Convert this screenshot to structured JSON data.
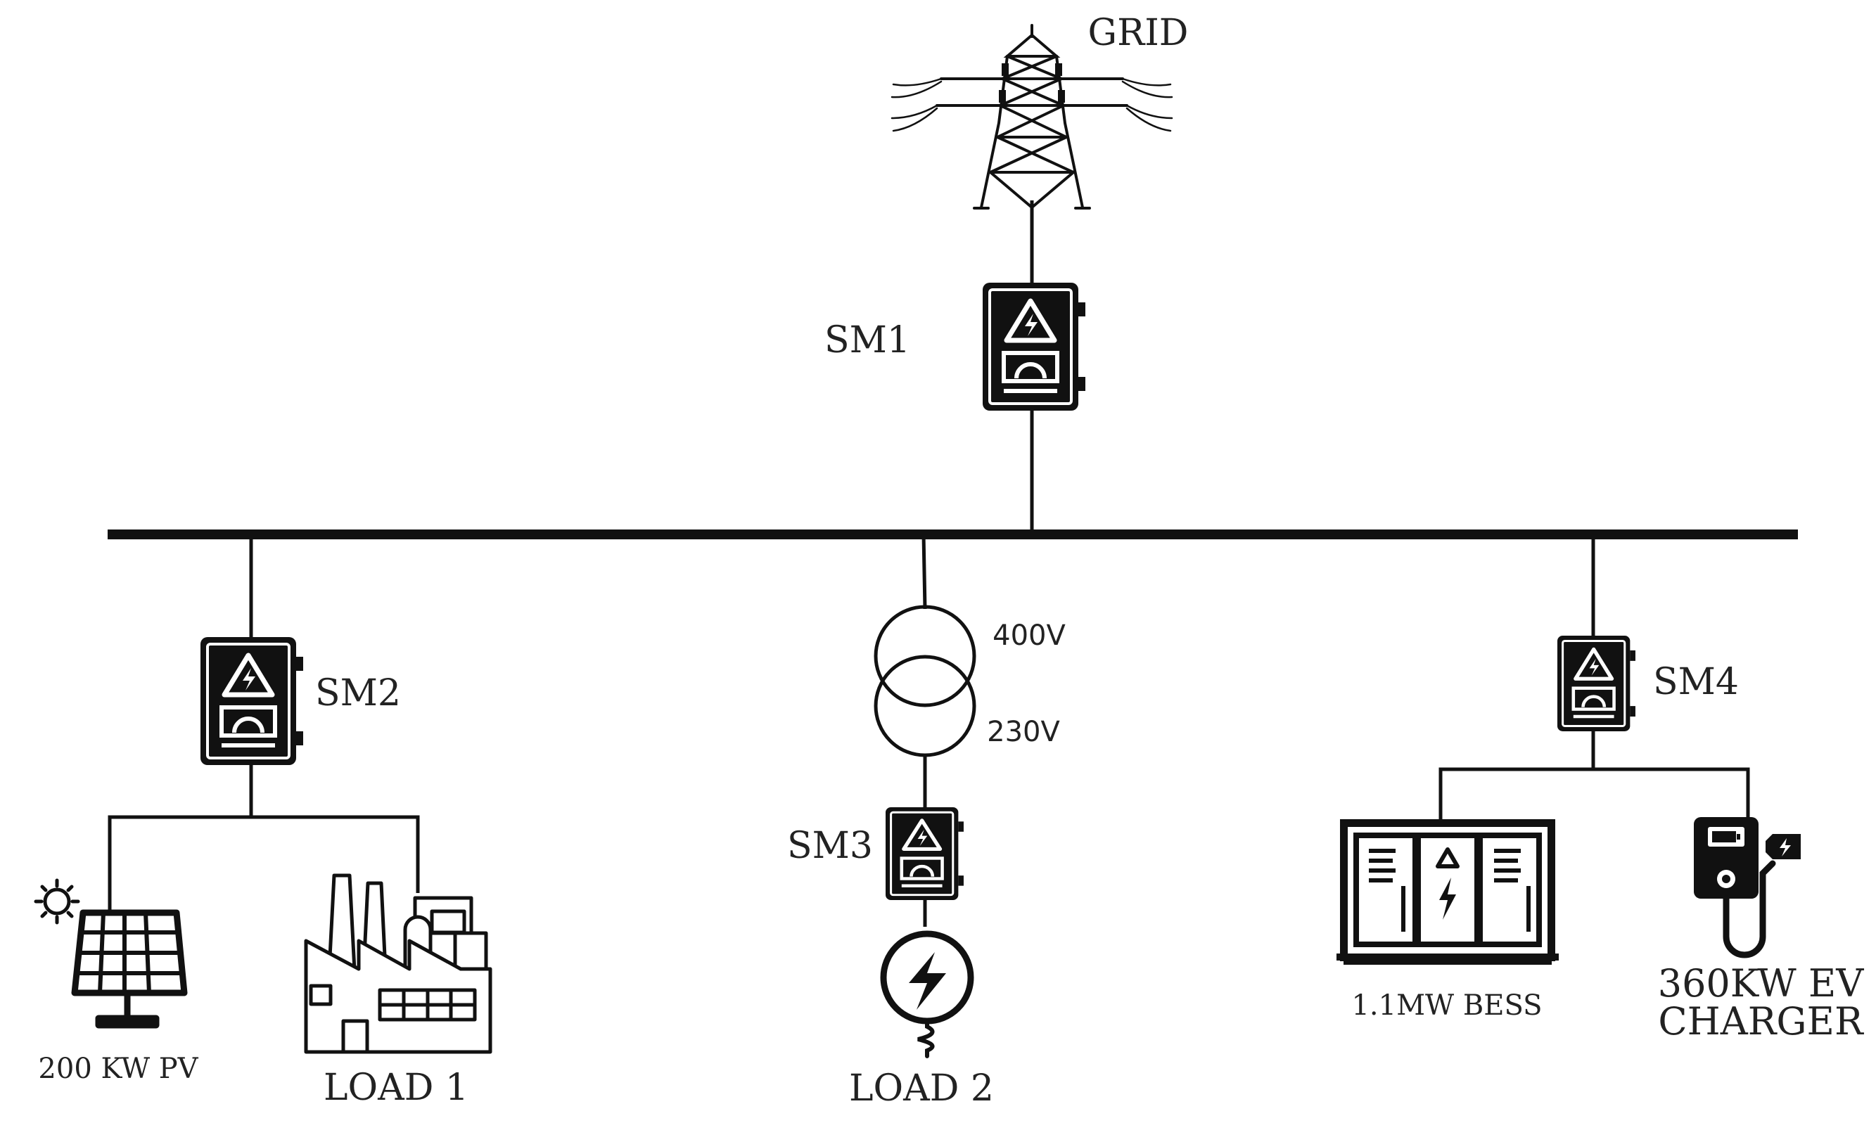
{
  "labels": {
    "grid": "GRID",
    "sm1": "SM1",
    "sm2": "SM2",
    "sm3": "SM3",
    "sm4": "SM4",
    "v_primary": "400V",
    "v_secondary": "230V",
    "pv": "200 KW PV",
    "load1": "LOAD 1",
    "load2": "LOAD 2",
    "bess": "1.1MW BESS",
    "ev_line1": "360KW EV",
    "ev_line2": "CHARGER"
  },
  "icons": {
    "grid": "transmission-tower-icon",
    "meter": "smart-meter-icon",
    "transformer": "transformer-icon",
    "pv": "solar-panel-icon",
    "sun": "sun-icon",
    "factory": "factory-icon",
    "load2": "lightning-load-icon",
    "bess": "battery-storage-icon",
    "ev": "ev-charger-icon"
  },
  "colors": {
    "line": "#111111",
    "text": "#222222",
    "background": "#ffffff"
  }
}
